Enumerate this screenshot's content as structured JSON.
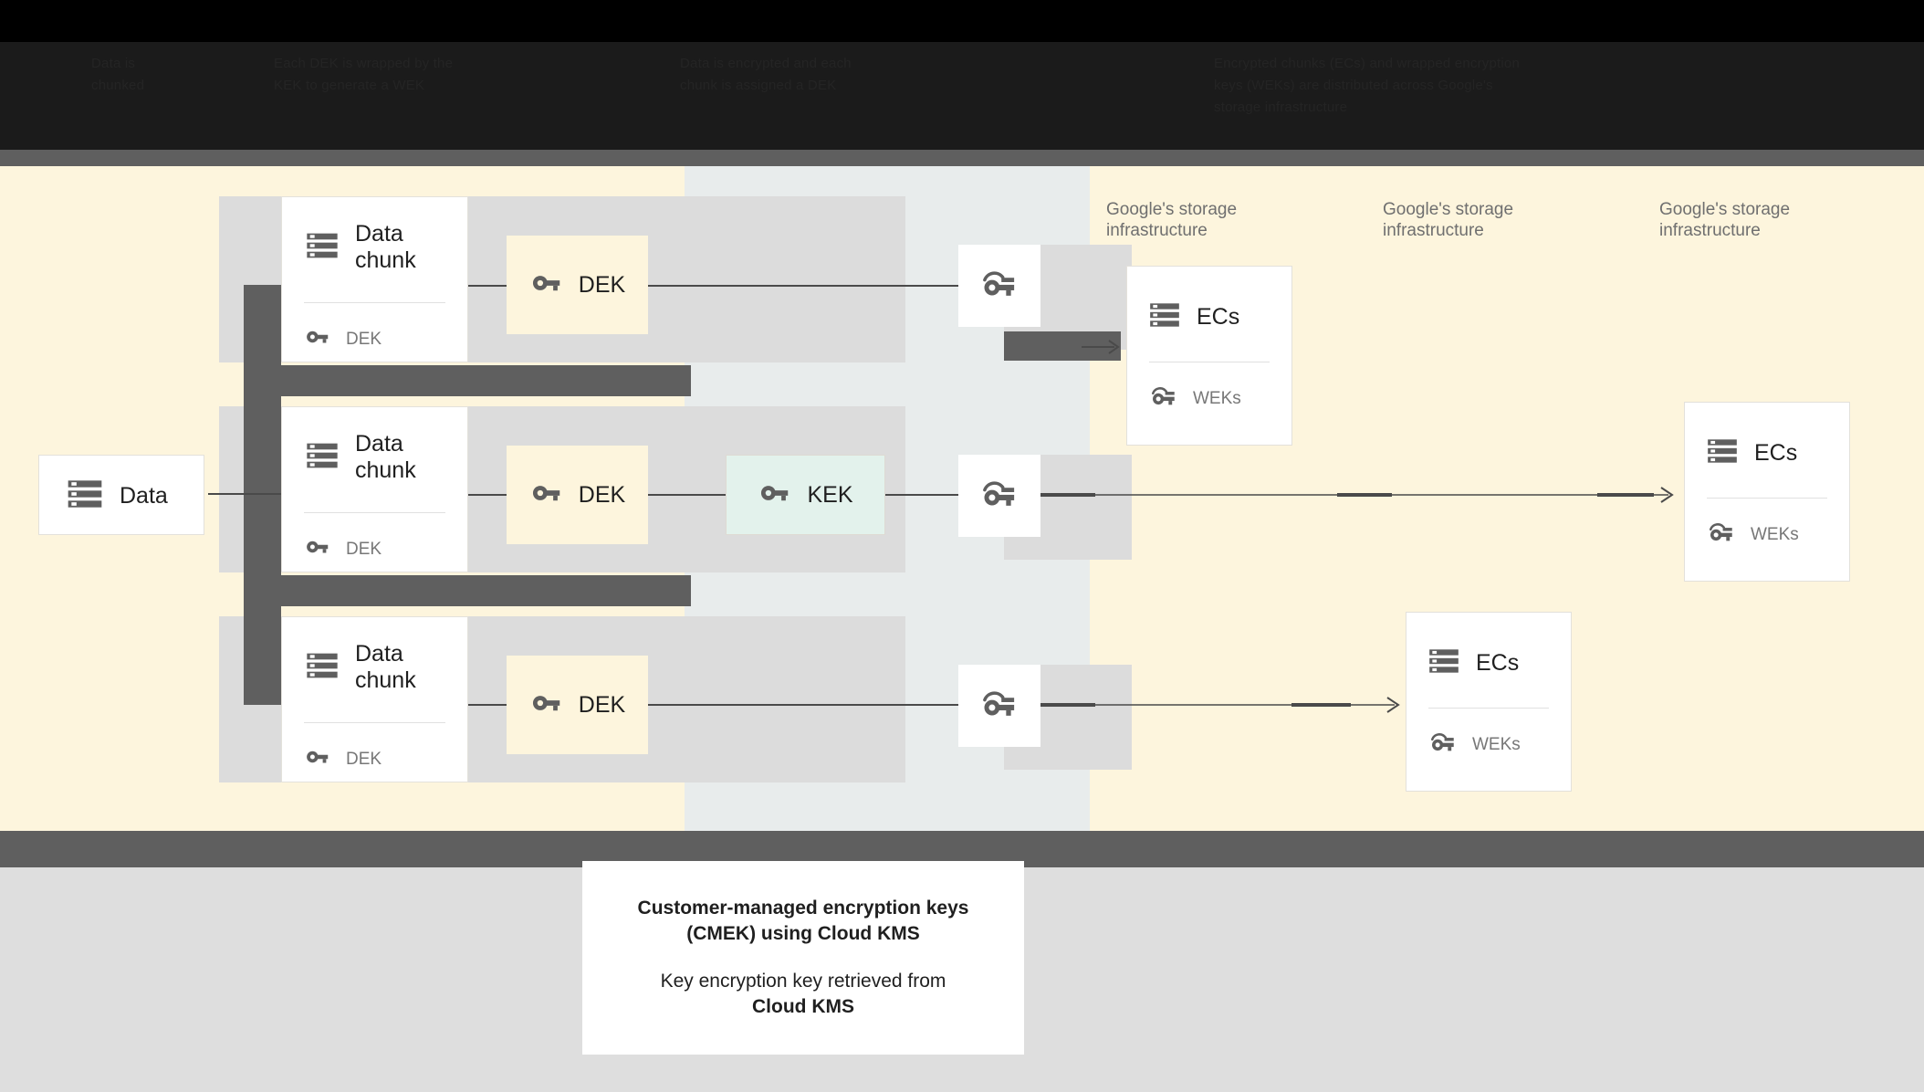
{
  "header": {
    "columns": [
      {
        "text": "Data is\nchunked"
      },
      {
        "text": "Data is encrypted and each\nchunk is assigned a DEK"
      },
      {
        "text": "Each DEK is wrapped by the\nKEK to generate a WEK"
      },
      {
        "text": "Encrypted chunks (ECs) and wrapped encryption\nkeys (WEKs) are distributed across Google's\nstorage infrastructure"
      }
    ]
  },
  "diagram": {
    "source": {
      "label": "Data",
      "icon": "storage-icon"
    },
    "chunks": [
      {
        "title": "Data\nchunk",
        "icon": "storage-icon",
        "footer_label": "DEK",
        "footer_icon": "key-icon"
      },
      {
        "title": "Data\nchunk",
        "icon": "storage-icon",
        "footer_label": "DEK",
        "footer_icon": "key-icon"
      },
      {
        "title": "Data\nchunk",
        "icon": "storage-icon",
        "footer_label": "DEK",
        "footer_icon": "key-icon"
      }
    ],
    "deks": [
      {
        "label": "DEK",
        "icon": "key-icon"
      },
      {
        "label": "DEK",
        "icon": "key-icon"
      },
      {
        "label": "DEK",
        "icon": "key-icon"
      }
    ],
    "kek": {
      "label": "KEK",
      "icon": "key-icon"
    },
    "weks": [
      {
        "icon": "wrapped-key-icon"
      },
      {
        "icon": "wrapped-key-icon"
      },
      {
        "icon": "wrapped-key-icon"
      }
    ],
    "storage_columns": [
      {
        "label": "Google's storage\ninfrastructure"
      },
      {
        "label": "Google's storage\ninfrastructure"
      },
      {
        "label": "Google's storage\ninfrastructure"
      }
    ],
    "ec_cards": [
      {
        "title": "ECs",
        "icon": "storage-icon",
        "footer_label": "WEKs",
        "footer_icon": "wrapped-key-icon"
      },
      {
        "title": "ECs",
        "icon": "storage-icon",
        "footer_label": "WEKs",
        "footer_icon": "wrapped-key-icon"
      },
      {
        "title": "ECs",
        "icon": "storage-icon",
        "footer_label": "WEKs",
        "footer_icon": "wrapped-key-icon"
      }
    ]
  },
  "caption": {
    "line1_a": "Customer-managed encryption keys",
    "line1_b": "(CMEK) using Cloud KMS",
    "line2_a": "Key encryption key retrieved from",
    "line2_b": "Cloud KMS"
  },
  "colors": {
    "canvas": "#fdf5dd",
    "mid_band": "#e8ecec",
    "gray_band": "#dcdcdc",
    "dek_fill": "#fdf5dd",
    "kek_fill": "#e3f2ec",
    "connector": "#5f5f5f",
    "card_bg": "#ffffff",
    "label_gray": "#6f6f6f"
  }
}
